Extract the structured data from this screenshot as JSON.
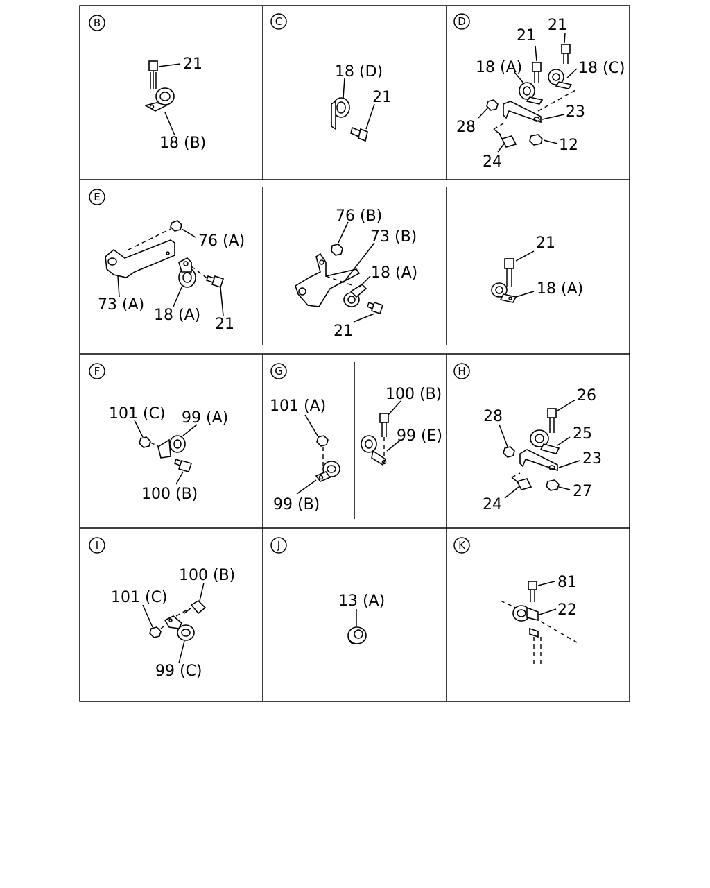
{
  "panels": {
    "B": {
      "letter": "B",
      "l21": "21",
      "l18b": "18 (B)"
    },
    "C": {
      "letter": "C",
      "l18d": "18 (D)",
      "l21": "21"
    },
    "D": {
      "letter": "D",
      "l21a": "21",
      "l21b": "21",
      "l18a": "18 (A)",
      "l18c": "18 (C)",
      "l28": "28",
      "l23": "23",
      "l24": "24",
      "l12": "12"
    },
    "E": {
      "letter": "E",
      "l76a": "76 (A)",
      "l73a": "73 (A)",
      "l18a": "18 (A)",
      "l21": "21"
    },
    "E2": {
      "l76b": "76 (B)",
      "l73b": "73 (B)",
      "l18a": "18 (A)",
      "l21": "21"
    },
    "E3": {
      "l21": "21",
      "l18a": "18 (A)"
    },
    "F": {
      "letter": "F",
      "l101c": "101 (C)",
      "l99a": "99 (A)",
      "l100b": "100 (B)"
    },
    "G": {
      "letter": "G",
      "l101a": "101 (A)",
      "l99b": "99 (B)",
      "l100b": "100 (B)",
      "l99e": "99 (E)"
    },
    "H": {
      "letter": "H",
      "l26": "26",
      "l28": "28",
      "l25": "25",
      "l23": "23",
      "l24": "24",
      "l27": "27"
    },
    "I": {
      "letter": "I",
      "l100b": "100 (B)",
      "l101c": "101 (C)",
      "l99c": "99 (C)"
    },
    "J": {
      "letter": "J",
      "l13a": "13 (A)"
    },
    "K": {
      "letter": "K",
      "l81": "81",
      "l22": "22"
    }
  }
}
